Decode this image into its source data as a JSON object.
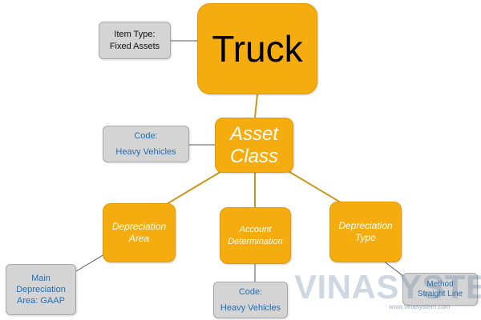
{
  "nodes": {
    "truck": "Truck",
    "asset_class": [
      "Asset",
      "Class"
    ],
    "depreciation_area": [
      "Depreciation",
      "Area"
    ],
    "account_determination": [
      "Account",
      "Determination"
    ],
    "depreciation_type": [
      "Depreciation",
      "Type"
    ]
  },
  "notes": {
    "item_type": [
      "Item Type:",
      "Fixed Assets"
    ],
    "code_asset_class": [
      "Code:",
      "Heavy Vehicles"
    ],
    "main_depreciation_area": [
      "Main",
      "Depreciation",
      "Area: GAAP"
    ],
    "code_account": [
      "Code:",
      "Heavy Vehicles"
    ],
    "method": [
      "Method",
      "Straight Line"
    ]
  },
  "watermark": {
    "text": "VINASYSTEM",
    "url": "www.vinasystem.com"
  },
  "colors": {
    "node_fill": "#f5ac0e",
    "connector": "#c9961e",
    "note_fill": "#d4d4d4",
    "note_text": "#1f6fb5"
  }
}
